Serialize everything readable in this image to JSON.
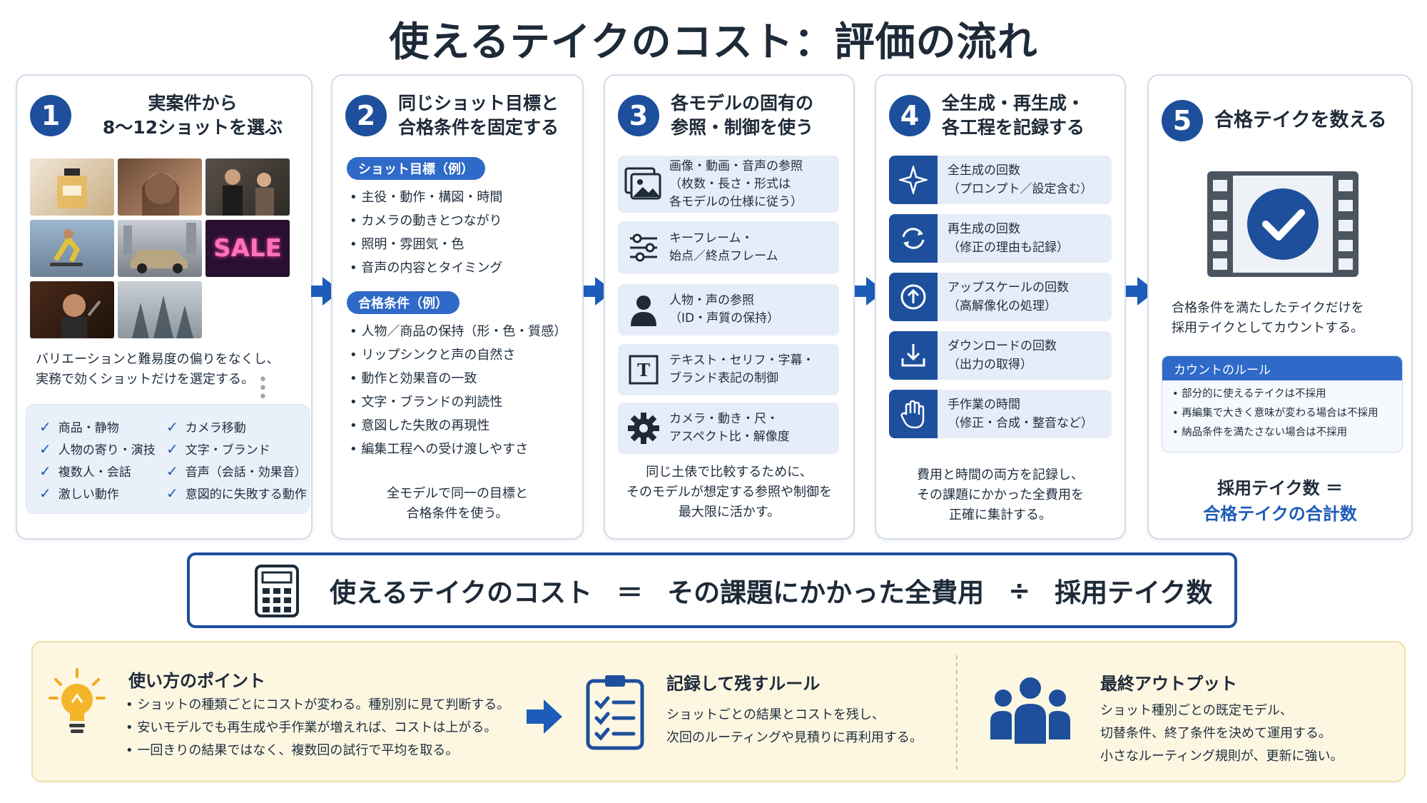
{
  "title": "使えるテイクのコスト：評価の流れ",
  "colors": {
    "accent": "#1d4f9c",
    "arrow": "#1d5cb8",
    "link": "#1d5cb8",
    "panel_bg": "#fdf7e2"
  },
  "steps": [
    {
      "number": "1",
      "title_lines": [
        "実案件から",
        "8〜12ショットを選ぶ"
      ],
      "thumbnails": [
        "perfume-bottle",
        "woman-portrait",
        "two-people-talking",
        "skateboarder",
        "car-city",
        "sale-sign",
        "singer",
        "misty-forest"
      ],
      "sale_text": "SALE",
      "description_lines": [
        "バリエーションと難易度の偏りをなくし、",
        "実務で効くショットだけを選定する。"
      ],
      "checklist": [
        "商品・静物",
        "カメラ移動",
        "人物の寄り・演技",
        "文字・ブランド",
        "複数人・会話",
        "音声（会話・効果音）",
        "激しい動作",
        "意図的に失敗する動作"
      ]
    },
    {
      "number": "2",
      "title_lines": [
        "同じショット目標と",
        "合格条件を固定する"
      ],
      "goal_label": "ショット目標（例）",
      "goals": [
        "主役・動作・構図・時間",
        "カメラの動きとつながり",
        "照明・雰囲気・色",
        "音声の内容とタイミング"
      ],
      "criteria_label": "合格条件（例）",
      "criteria": [
        "人物／商品の保持（形・色・質感）",
        "リップシンクと声の自然さ",
        "動作と効果音の一致",
        "文字・ブランドの判読性",
        "意図した失敗の再現性",
        "編集工程への受け渡しやすさ"
      ],
      "footer_lines": [
        "全モデルで同一の目標と",
        "合格条件を使う。"
      ]
    },
    {
      "number": "3",
      "title_lines": [
        "各モデルの固有の",
        "参照・制御を使う"
      ],
      "items": [
        {
          "icon": "image-icon",
          "lines": [
            "画像・動画・音声の参照",
            "（枚数・長さ・形式は",
            "各モデルの仕様に従う）"
          ]
        },
        {
          "icon": "sliders-icon",
          "lines": [
            "キーフレーム・",
            "始点／終点フレーム"
          ]
        },
        {
          "icon": "person-icon",
          "lines": [
            "人物・声の参照",
            "（ID・声質の保持）"
          ]
        },
        {
          "icon": "text-icon",
          "lines": [
            "テキスト・セリフ・字幕・",
            "ブランド表記の制御"
          ]
        },
        {
          "icon": "gear-icon",
          "lines": [
            "カメラ・動き・尺・",
            "アスペクト比・解像度"
          ]
        }
      ],
      "footer_lines": [
        "同じ土俵で比較するために、",
        "そのモデルが想定する参照や制御を",
        "最大限に活かす。"
      ]
    },
    {
      "number": "4",
      "title_lines": [
        "全生成・再生成・",
        "各工程を記録する"
      ],
      "items": [
        {
          "icon": "sparkle-icon",
          "lines": [
            "全生成の回数",
            "（プロンプト／設定含む）"
          ]
        },
        {
          "icon": "refresh-icon",
          "lines": [
            "再生成の回数",
            "（修正の理由も記録）"
          ]
        },
        {
          "icon": "upload-icon",
          "lines": [
            "アップスケールの回数",
            "（高解像化の処理）"
          ]
        },
        {
          "icon": "download-icon",
          "lines": [
            "ダウンロードの回数",
            "（出力の取得）"
          ]
        },
        {
          "icon": "hand-icon",
          "lines": [
            "手作業の時間",
            "（修正・合成・整音など）"
          ]
        }
      ],
      "footer_lines": [
        "費用と時間の両方を記録し、",
        "その課題にかかった全費用を",
        "正確に集計する。"
      ]
    },
    {
      "number": "5",
      "title_lines": [
        "合格テイクを数える"
      ],
      "description_lines": [
        "合格条件を満たしたテイクだけを",
        "採用テイクとしてカウントする。"
      ],
      "rules_label": "カウントのルール",
      "rules": [
        "部分的に使えるテイクは不採用",
        "再編集で大きく意味が変わる場合は不採用",
        "納品条件を満たさない場合は不採用"
      ],
      "result_line1": "採用テイク数 ＝",
      "result_line2": "合格テイクの合計数"
    }
  ],
  "formula": {
    "left": "使えるテイクのコスト",
    "equals": "＝",
    "numerator": "その課題にかかった全費用",
    "divide": "÷",
    "denominator": "採用テイク数"
  },
  "bottom": {
    "tips_title": "使い方のポイント",
    "tips": [
      "ショットの種類ごとにコストが変わる。種別別に見て判断する。",
      "安いモデルでも再生成や手作業が増えれば、コストは上がる。",
      "一回きりの結果ではなく、複数回の試行で平均を取る。"
    ],
    "record_title": "記録して残すルール",
    "record_lines": [
      "ショットごとの結果とコストを残し、",
      "次回のルーティングや見積りに再利用する。"
    ],
    "output_title": "最終アウトプット",
    "output_lines": [
      "ショット種別ごとの既定モデル、",
      "切替条件、終了条件を決めて運用する。",
      "小さなルーティング規則が、更新に強い。"
    ]
  }
}
